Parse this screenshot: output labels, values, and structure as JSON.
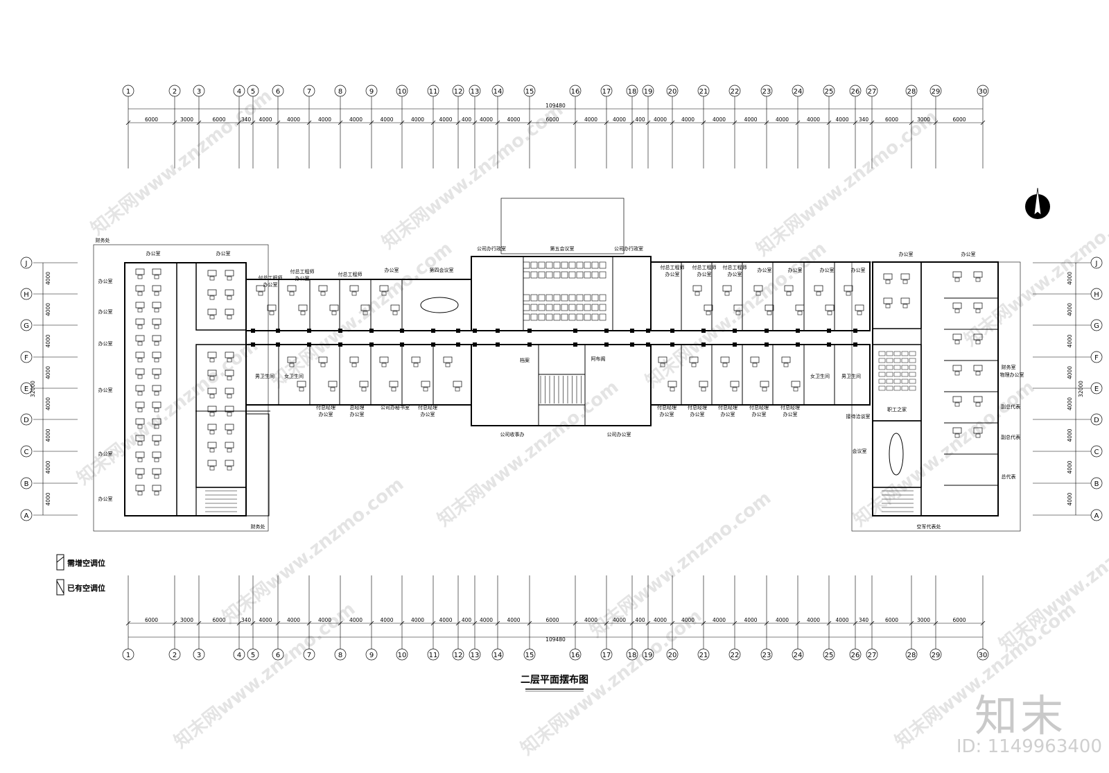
{
  "drawing": {
    "title": "二层平面摆布图",
    "total_width": "109480",
    "total_height": "32000",
    "col_labels": [
      "1",
      "2",
      "3",
      "4",
      "5",
      "6",
      "7",
      "8",
      "9",
      "10",
      "11",
      "12",
      "13",
      "14",
      "15",
      "16",
      "17",
      "18",
      "19",
      "20",
      "21",
      "22",
      "23",
      "24",
      "25",
      "26",
      "27",
      "28",
      "29",
      "30"
    ],
    "col_spacings": [
      "6000",
      "3000",
      "6000",
      "340",
      "4000",
      "4000",
      "4000",
      "4000",
      "4000",
      "4000",
      "4000",
      "400",
      "4000",
      "4000",
      "6000",
      "4000",
      "4000",
      "400",
      "4000",
      "4000",
      "4000",
      "4000",
      "4000",
      "4000",
      "4000",
      "340",
      "6000",
      "3000",
      "6000"
    ],
    "row_labels": [
      "J",
      "H",
      "G",
      "F",
      "E",
      "D",
      "C",
      "B",
      "A"
    ],
    "row_spacings": [
      "4000",
      "4000",
      "4000",
      "4000",
      "4000",
      "4000",
      "4000",
      "4000"
    ]
  },
  "legend": {
    "new_ac": "需增空调位",
    "existing_ac": "已有空调位"
  },
  "rooms": {
    "office": "办公室",
    "finance_office": "财务处",
    "fin_eng_1": "付总工程师",
    "fin_eng_1b": "办公室",
    "fin_eng_2": "付总工程师",
    "fin_eng_2b": "办公室",
    "fin_eng_3": "付总工程师",
    "meeting_4": "第四会议室",
    "admin_left": "公司办行政室",
    "meeting_5": "第五会议室",
    "admin_right": "公司办行政室",
    "male_wc": "男卫生间",
    "female_wc": "女卫生间",
    "mgr_office_1": "付总经理",
    "mgr_office_1b": "办公室",
    "gm_office": "总经理",
    "gm_office_b": "办公室",
    "company_office_l": "公司办秘书室",
    "company_duty": "公司收事办",
    "company_office_r": "公司办公室",
    "archive": "档案",
    "print_room": "阿布阁",
    "meeting_room": "会议室",
    "reception": "接待洽谈室",
    "union": "职工之家",
    "finance_right": "财务室",
    "party_office": "物理办公室",
    "deputy_rep": "副总代表",
    "deputy_rep2": "副总代表",
    "gen_rep": "总代表",
    "military_rep": "空军代表处"
  },
  "watermark": {
    "site": "知末网www.znzmo.com",
    "brand": "知末",
    "id": "ID: 1149963400"
  }
}
